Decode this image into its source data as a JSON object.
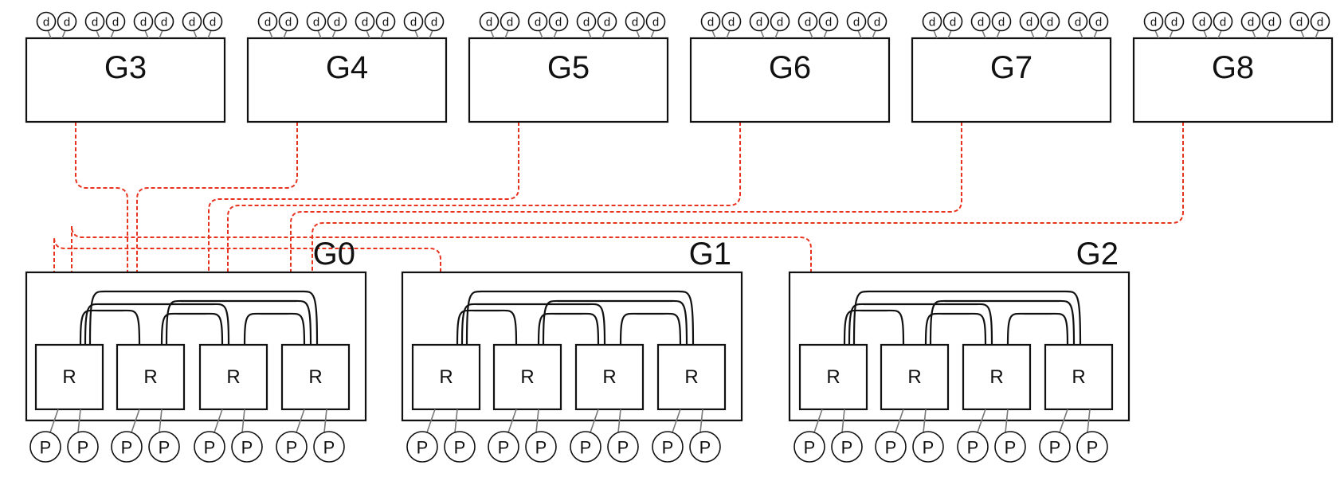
{
  "top_groups": [
    {
      "label": "G3"
    },
    {
      "label": "G4"
    },
    {
      "label": "G5"
    },
    {
      "label": "G6"
    },
    {
      "label": "G7"
    },
    {
      "label": "G8"
    }
  ],
  "bottom_groups": [
    {
      "label": "G0",
      "router_label": "R",
      "processor_label": "P"
    },
    {
      "label": "G1",
      "router_label": "R",
      "processor_label": "P"
    },
    {
      "label": "G2",
      "router_label": "R",
      "processor_label": "P"
    }
  ],
  "top_node_label": "d",
  "colors": {
    "outline": "#111111",
    "global_link": "#e8321e",
    "stub": "#777777"
  }
}
